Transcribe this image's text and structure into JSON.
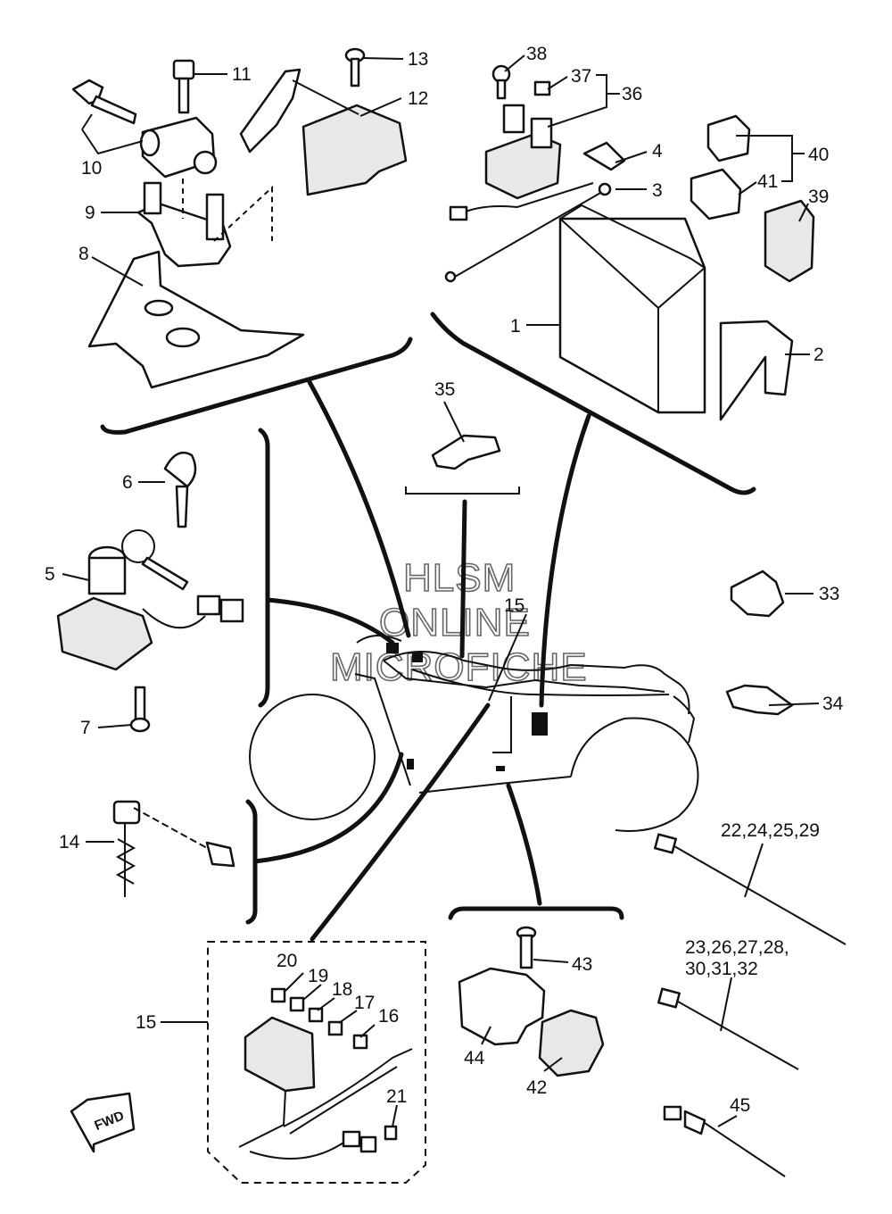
{
  "watermark": {
    "line1": "HLSM",
    "line2": "ONLINE",
    "line3": "MICROFICHE"
  },
  "direction_arrow": {
    "label": "FWD"
  },
  "callouts": {
    "c1": "1",
    "c2": "2",
    "c3": "3",
    "c4": "4",
    "c5": "5",
    "c6": "6",
    "c7": "7",
    "c8": "8",
    "c9": "9",
    "c10": "10",
    "c11": "11",
    "c12": "12",
    "c13": "13",
    "c14": "14",
    "c15a": "15",
    "c15b": "15",
    "c16": "16",
    "c17": "17",
    "c18": "18",
    "c19": "19",
    "c20": "20",
    "c21": "21",
    "c22": "22,24,25,29",
    "c23a": "23,26,27,28,",
    "c23b": "30,31,32",
    "c33": "33",
    "c34": "34",
    "c35": "35",
    "c36": "36",
    "c37": "37",
    "c38": "38",
    "c39": "39",
    "c40": "40",
    "c41": "41",
    "c42": "42",
    "c43": "43",
    "c44": "44",
    "c45": "45"
  },
  "icons": {
    "key": "key-icon",
    "bolt": "bolt-icon",
    "battery": "battery-icon",
    "relay": "relay-icon",
    "fuse": "fuse-icon",
    "cable-tie": "cable-tie-icon",
    "clamp": "clamp-icon",
    "motorcycle": "motorcycle-silhouette"
  }
}
